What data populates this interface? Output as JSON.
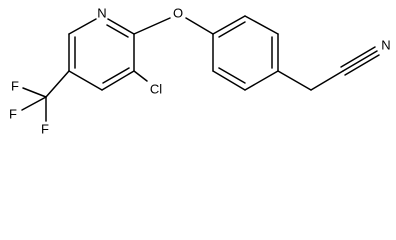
{
  "molecule": {
    "atoms": {
      "n_pyridine": "N",
      "o_ether": "O",
      "cl": "Cl",
      "f_top": "F",
      "f_left": "F",
      "f_bottom": "F",
      "n_nitrile": "N"
    },
    "colors": {
      "bond": "#000000",
      "label": "#000000",
      "background": "#ffffff"
    }
  }
}
